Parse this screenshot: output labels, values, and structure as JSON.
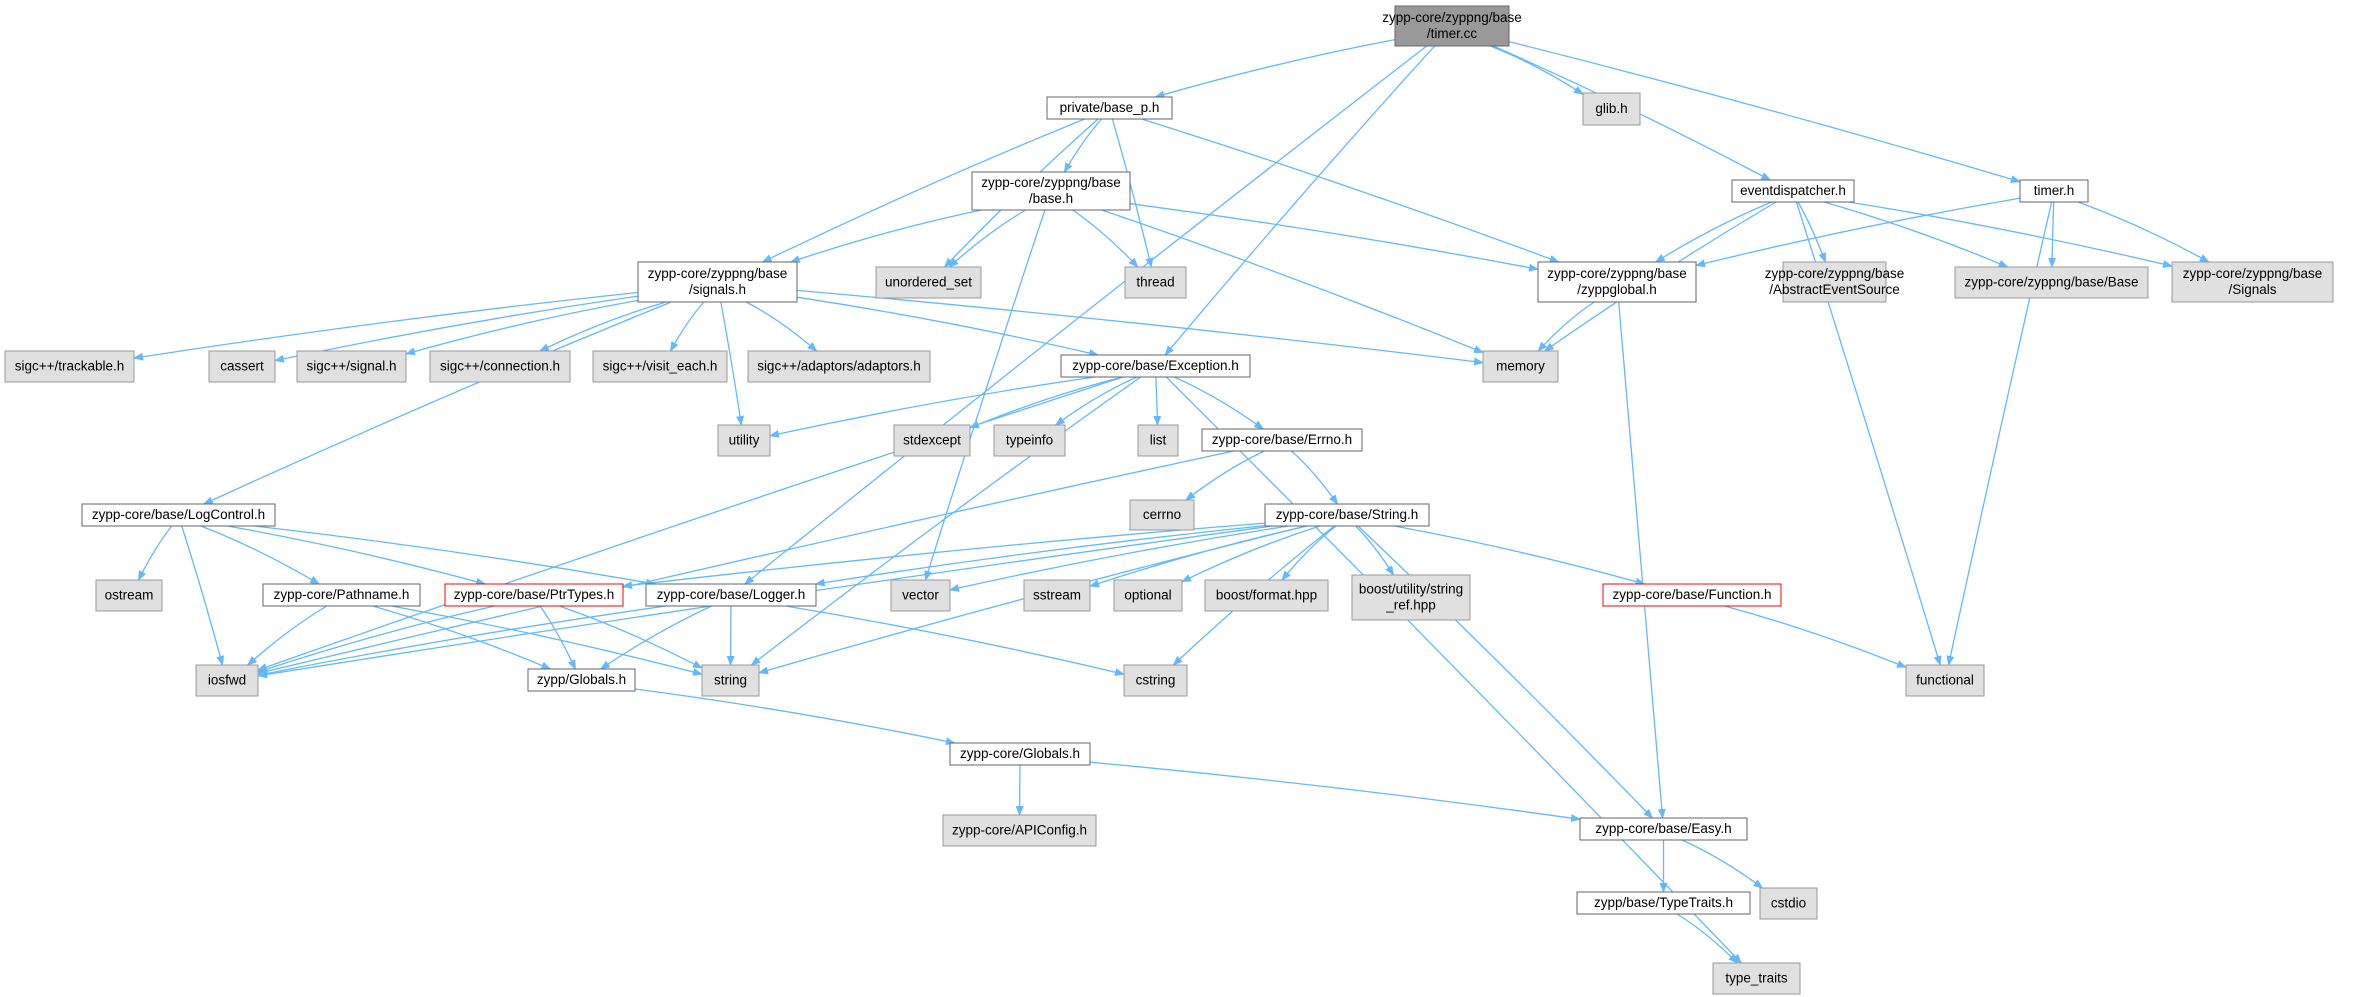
{
  "colors": {
    "edge": "#63b8ff",
    "root_fill": "#999999",
    "header_fill": "#ffffff",
    "system_fill": "#e0e0e0",
    "border": "#666666",
    "truncated_border": "#ff0000",
    "system_border": "#999999"
  },
  "nodes": [
    {
      "id": "root",
      "lines": [
        "zypp-core/zyppng/base",
        "/timer.cc"
      ],
      "kind": "root"
    },
    {
      "id": "glib",
      "lines": [
        "glib.h"
      ],
      "kind": "system"
    },
    {
      "id": "base_p",
      "lines": [
        "private/base_p.h"
      ],
      "kind": "header"
    },
    {
      "id": "base_h",
      "lines": [
        "zypp-core/zyppng/base",
        "/base.h"
      ],
      "kind": "header"
    },
    {
      "id": "eventdispatcher",
      "lines": [
        "eventdispatcher.h"
      ],
      "kind": "header"
    },
    {
      "id": "timer_h",
      "lines": [
        "timer.h"
      ],
      "kind": "header"
    },
    {
      "id": "signals_h",
      "lines": [
        "zypp-core/zyppng/base",
        "/signals.h"
      ],
      "kind": "header"
    },
    {
      "id": "unordered_set",
      "lines": [
        "unordered_set"
      ],
      "kind": "system"
    },
    {
      "id": "thread",
      "lines": [
        "thread"
      ],
      "kind": "system"
    },
    {
      "id": "zyppglobal",
      "lines": [
        "zypp-core/zyppng/base",
        "/zyppglobal.h"
      ],
      "kind": "header"
    },
    {
      "id": "abstract_event",
      "lines": [
        "zypp-core/zyppng/base",
        "/AbstractEventSource"
      ],
      "kind": "system"
    },
    {
      "id": "zyppng_base",
      "lines": [
        "zypp-core/zyppng/base/Base"
      ],
      "kind": "system"
    },
    {
      "id": "zyppng_signals",
      "lines": [
        "zypp-core/zyppng/base",
        "/Signals"
      ],
      "kind": "system"
    },
    {
      "id": "trackable",
      "lines": [
        "sigc++/trackable.h"
      ],
      "kind": "system"
    },
    {
      "id": "cassert",
      "lines": [
        "cassert"
      ],
      "kind": "system"
    },
    {
      "id": "sigc_signal",
      "lines": [
        "sigc++/signal.h"
      ],
      "kind": "system"
    },
    {
      "id": "sigc_connection",
      "lines": [
        "sigc++/connection.h"
      ],
      "kind": "system"
    },
    {
      "id": "sigc_visit",
      "lines": [
        "sigc++/visit_each.h"
      ],
      "kind": "system"
    },
    {
      "id": "sigc_adaptors",
      "lines": [
        "sigc++/adaptors/adaptors.h"
      ],
      "kind": "system"
    },
    {
      "id": "exception_h",
      "lines": [
        "zypp-core/base/Exception.h"
      ],
      "kind": "header"
    },
    {
      "id": "memory",
      "lines": [
        "memory"
      ],
      "kind": "system"
    },
    {
      "id": "utility",
      "lines": [
        "utility"
      ],
      "kind": "system"
    },
    {
      "id": "stdexcept",
      "lines": [
        "stdexcept"
      ],
      "kind": "system"
    },
    {
      "id": "typeinfo",
      "lines": [
        "typeinfo"
      ],
      "kind": "system"
    },
    {
      "id": "list",
      "lines": [
        "list"
      ],
      "kind": "system"
    },
    {
      "id": "errno_h",
      "lines": [
        "zypp-core/base/Errno.h"
      ],
      "kind": "header"
    },
    {
      "id": "cerrno",
      "lines": [
        "cerrno"
      ],
      "kind": "system"
    },
    {
      "id": "logcontrol",
      "lines": [
        "zypp-core/base/LogControl.h"
      ],
      "kind": "header"
    },
    {
      "id": "string_h",
      "lines": [
        "zypp-core/base/String.h"
      ],
      "kind": "header"
    },
    {
      "id": "ostream",
      "lines": [
        "ostream"
      ],
      "kind": "system"
    },
    {
      "id": "pathname",
      "lines": [
        "zypp-core/Pathname.h"
      ],
      "kind": "header"
    },
    {
      "id": "ptrtypes",
      "lines": [
        "zypp-core/base/PtrTypes.h"
      ],
      "kind": "truncated"
    },
    {
      "id": "logger",
      "lines": [
        "zypp-core/base/Logger.h"
      ],
      "kind": "header"
    },
    {
      "id": "vector",
      "lines": [
        "vector"
      ],
      "kind": "system"
    },
    {
      "id": "sstream",
      "lines": [
        "sstream"
      ],
      "kind": "system"
    },
    {
      "id": "optional",
      "lines": [
        "optional"
      ],
      "kind": "system"
    },
    {
      "id": "boost_format",
      "lines": [
        "boost/format.hpp"
      ],
      "kind": "system"
    },
    {
      "id": "boost_string_ref",
      "lines": [
        "boost/utility/string",
        "_ref.hpp"
      ],
      "kind": "system"
    },
    {
      "id": "function_h",
      "lines": [
        "zypp-core/base/Function.h"
      ],
      "kind": "truncated"
    },
    {
      "id": "iosfwd",
      "lines": [
        "iosfwd"
      ],
      "kind": "system"
    },
    {
      "id": "zypp_globals",
      "lines": [
        "zypp/Globals.h"
      ],
      "kind": "header"
    },
    {
      "id": "string",
      "lines": [
        "string"
      ],
      "kind": "system"
    },
    {
      "id": "cstring",
      "lines": [
        "cstring"
      ],
      "kind": "system"
    },
    {
      "id": "functional",
      "lines": [
        "functional"
      ],
      "kind": "system"
    },
    {
      "id": "core_globals",
      "lines": [
        "zypp-core/Globals.h"
      ],
      "kind": "header"
    },
    {
      "id": "apiconfig",
      "lines": [
        "zypp-core/APIConfig.h"
      ],
      "kind": "system"
    },
    {
      "id": "easy_h",
      "lines": [
        "zypp-core/base/Easy.h"
      ],
      "kind": "header"
    },
    {
      "id": "typetraits_h",
      "lines": [
        "zypp/base/TypeTraits.h"
      ],
      "kind": "header"
    },
    {
      "id": "cstdio",
      "lines": [
        "cstdio"
      ],
      "kind": "system"
    },
    {
      "id": "type_traits",
      "lines": [
        "type_traits"
      ],
      "kind": "system"
    }
  ],
  "edges": [
    [
      "root",
      "glib"
    ],
    [
      "root",
      "base_p"
    ],
    [
      "root",
      "eventdispatcher"
    ],
    [
      "root",
      "timer_h"
    ],
    [
      "root",
      "exception_h"
    ],
    [
      "root",
      "logger"
    ],
    [
      "base_p",
      "base_h"
    ],
    [
      "base_p",
      "signals_h"
    ],
    [
      "base_p",
      "unordered_set"
    ],
    [
      "base_p",
      "thread"
    ],
    [
      "base_p",
      "zyppglobal"
    ],
    [
      "base_h",
      "signals_h"
    ],
    [
      "base_h",
      "unordered_set"
    ],
    [
      "base_h",
      "thread"
    ],
    [
      "base_h",
      "zyppglobal"
    ],
    [
      "base_h",
      "memory"
    ],
    [
      "base_h",
      "vector"
    ],
    [
      "eventdispatcher",
      "zyppglobal"
    ],
    [
      "eventdispatcher",
      "abstract_event"
    ],
    [
      "eventdispatcher",
      "zyppng_base"
    ],
    [
      "eventdispatcher",
      "zyppng_signals"
    ],
    [
      "eventdispatcher",
      "memory"
    ],
    [
      "eventdispatcher",
      "functional"
    ],
    [
      "timer_h",
      "zyppglobal"
    ],
    [
      "timer_h",
      "zyppng_base"
    ],
    [
      "timer_h",
      "zyppng_signals"
    ],
    [
      "timer_h",
      "functional"
    ],
    [
      "signals_h",
      "trackable"
    ],
    [
      "signals_h",
      "cassert"
    ],
    [
      "signals_h",
      "sigc_signal"
    ],
    [
      "signals_h",
      "sigc_connection"
    ],
    [
      "signals_h",
      "sigc_visit"
    ],
    [
      "signals_h",
      "sigc_adaptors"
    ],
    [
      "signals_h",
      "memory"
    ],
    [
      "signals_h",
      "utility"
    ],
    [
      "signals_h",
      "exception_h"
    ],
    [
      "signals_h",
      "logcontrol"
    ],
    [
      "zyppglobal",
      "memory"
    ],
    [
      "zyppglobal",
      "easy_h"
    ],
    [
      "exception_h",
      "iosfwd"
    ],
    [
      "exception_h",
      "utility"
    ],
    [
      "exception_h",
      "stdexcept"
    ],
    [
      "exception_h",
      "typeinfo"
    ],
    [
      "exception_h",
      "list"
    ],
    [
      "exception_h",
      "errno_h"
    ],
    [
      "exception_h",
      "string"
    ],
    [
      "exception_h",
      "type_traits"
    ],
    [
      "errno_h",
      "cerrno"
    ],
    [
      "errno_h",
      "string_h"
    ],
    [
      "errno_h",
      "iosfwd"
    ],
    [
      "logcontrol",
      "ostream"
    ],
    [
      "logcontrol",
      "iosfwd"
    ],
    [
      "logcontrol",
      "pathname"
    ],
    [
      "logcontrol",
      "ptrtypes"
    ],
    [
      "logcontrol",
      "logger"
    ],
    [
      "string_h",
      "iosfwd"
    ],
    [
      "string_h",
      "vector"
    ],
    [
      "string_h",
      "string"
    ],
    [
      "string_h",
      "sstream"
    ],
    [
      "string_h",
      "optional"
    ],
    [
      "string_h",
      "boost_format"
    ],
    [
      "string_h",
      "boost_string_ref"
    ],
    [
      "string_h",
      "ptrtypes"
    ],
    [
      "string_h",
      "function_h"
    ],
    [
      "string_h",
      "cstring"
    ],
    [
      "string_h",
      "easy_h"
    ],
    [
      "string_h",
      "logger"
    ],
    [
      "pathname",
      "iosfwd"
    ],
    [
      "pathname",
      "zypp_globals"
    ],
    [
      "pathname",
      "string"
    ],
    [
      "ptrtypes",
      "iosfwd"
    ],
    [
      "ptrtypes",
      "string"
    ],
    [
      "ptrtypes",
      "zypp_globals"
    ],
    [
      "logger",
      "iosfwd"
    ],
    [
      "logger",
      "string"
    ],
    [
      "logger",
      "cstring"
    ],
    [
      "logger",
      "zypp_globals"
    ],
    [
      "function_h",
      "functional"
    ],
    [
      "zypp_globals",
      "core_globals"
    ],
    [
      "core_globals",
      "apiconfig"
    ],
    [
      "core_globals",
      "easy_h"
    ],
    [
      "easy_h",
      "typetraits_h"
    ],
    [
      "easy_h",
      "cstdio"
    ],
    [
      "typetraits_h",
      "type_traits"
    ]
  ]
}
